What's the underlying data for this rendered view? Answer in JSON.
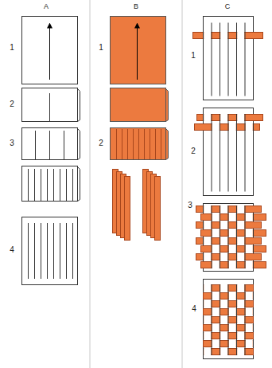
{
  "diagram": {
    "labels": [
      "A",
      "B",
      "C",
      "1",
      "2",
      "3",
      "4",
      "1",
      "2",
      "1",
      "2",
      "3",
      "4"
    ]
  }
}
